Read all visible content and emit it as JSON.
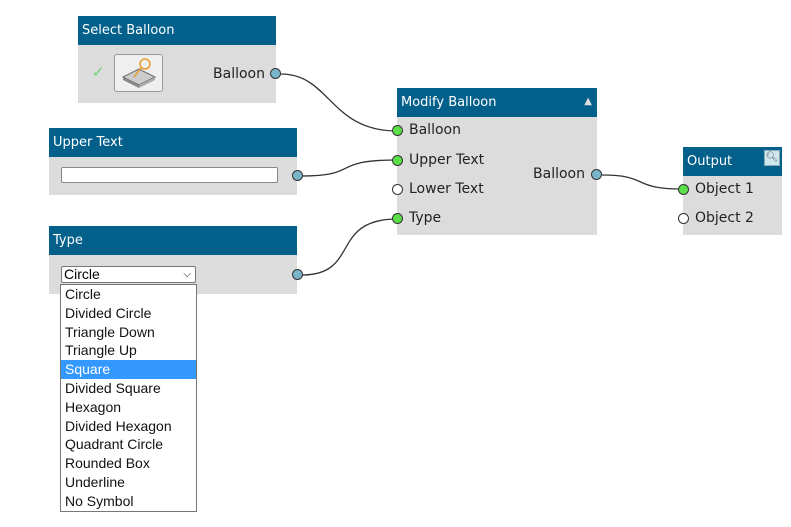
{
  "nodes": {
    "select_balloon": {
      "title": "Select Balloon",
      "output": "Balloon"
    },
    "upper_text": {
      "title": "Upper Text",
      "value": ""
    },
    "type": {
      "title": "Type",
      "selected": "Circle",
      "options": [
        "Circle",
        "Divided Circle",
        "Triangle Down",
        "Triangle Up",
        "Square",
        "Divided Square",
        "Hexagon",
        "Divided Hexagon",
        "Quadrant Circle",
        "Rounded Box",
        "Underline",
        "No Symbol"
      ],
      "highlighted": "Square"
    },
    "modify_balloon": {
      "title": "Modify Balloon",
      "inputs": [
        "Balloon",
        "Upper Text",
        "Lower Text",
        "Type"
      ],
      "output": "Balloon"
    },
    "output": {
      "title": "Output",
      "inputs": [
        "Object 1",
        "Object 2"
      ]
    }
  },
  "colors": {
    "header": "#02608b",
    "body": "#dcdcdc",
    "port_connected": "#5be04a",
    "port_output": "#7ab4c8",
    "highlight": "#3399ff"
  }
}
